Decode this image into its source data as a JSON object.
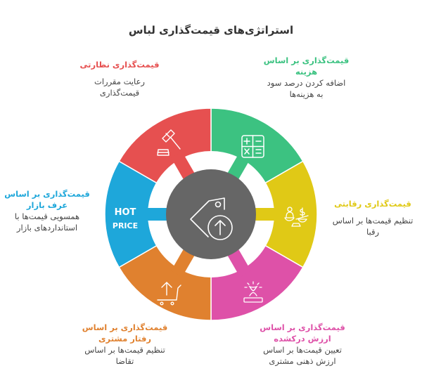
{
  "title": "استراتژی‌های قیمت‌گذاری لباس",
  "center": {
    "icon": "price-tag-up-icon",
    "color": "#666666"
  },
  "segments": [
    {
      "id": "cost",
      "color": "#3CC281",
      "icon": "calculator-icon",
      "heading_1": "قیمت‌گذاری بر اساس",
      "heading_2": "هزینه",
      "desc_1": "اضافه کردن درصد سود",
      "desc_2": "به هزینه‌ها"
    },
    {
      "id": "competitive",
      "color": "#E0C916",
      "icon": "balance-scale-dollar-icon",
      "heading_1": "قیمت‌گذاری رقابتی",
      "heading_2": "",
      "desc_1": "تنظیم قیمت‌ها بر اساس",
      "desc_2": "رقبا"
    },
    {
      "id": "perceived",
      "color": "#DE51A8",
      "icon": "spotlight-icon",
      "heading_1": "قیمت‌گذاری بر اساس",
      "heading_2": "ارزش درکشده",
      "desc_1": "تعیین قیمت‌ها بر اساس",
      "desc_2": "ارزش ذهنی مشتری"
    },
    {
      "id": "behavior",
      "color": "#E0812F",
      "icon": "cart-up-icon",
      "heading_1": "قیمت‌گذاری بر اساس",
      "heading_2": "رفتار مشتری",
      "desc_1": "تنظیم قیمت‌ها بر اساس",
      "desc_2": "تقاضا"
    },
    {
      "id": "market",
      "color": "#1EA7DA",
      "icon": "hot-price-icon",
      "icon_text_1": "HOT",
      "icon_text_2": "PRICE",
      "heading_1": "قیمت‌گذاری بر اساس",
      "heading_2": "عرف بازار",
      "desc_1": "همسویی قیمت‌ها با",
      "desc_2": "استانداردهای بازار"
    },
    {
      "id": "regulatory",
      "color": "#E65050",
      "icon": "gavel-icon",
      "heading_1": "قیمت‌گذاری نظارتی",
      "heading_2": "",
      "desc_1": "رعایت مقررات",
      "desc_2": "قیمت‌گذاری"
    }
  ]
}
